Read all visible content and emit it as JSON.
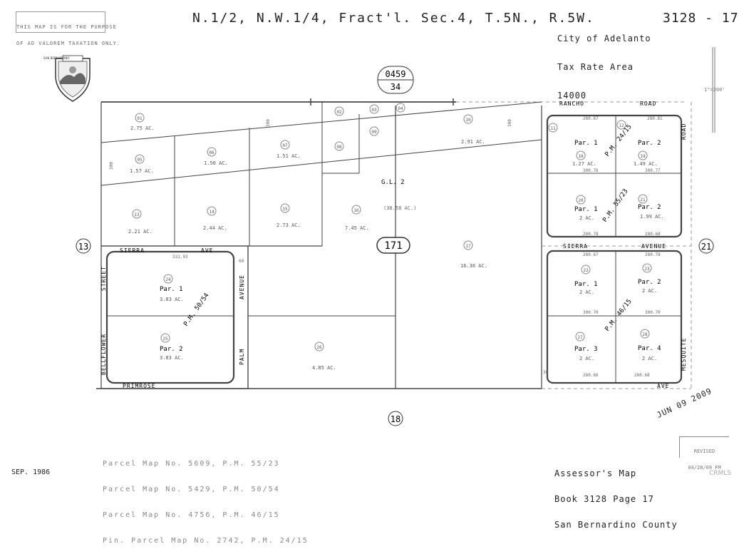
{
  "disclaimer": [
    "THIS MAP IS FOR THE PURPOSE",
    "OF AD VALOREM TAXATION ONLY."
  ],
  "title": "N.1/2, N.W.1/4, Fract'l. Sec.4, T.5N., R.5W.",
  "city_block": [
    "City of Adelanto",
    "Tax Rate Area",
    "14000"
  ],
  "book_page_ref": "3128 - 17",
  "seal_text": "SAN BERNARDINO",
  "north_scale": "1\"=200'",
  "ref_book_top": "0459",
  "ref_page_top": "34",
  "ref_west": "13",
  "ref_east": "21",
  "ref_south": "18",
  "ref_center": "171",
  "streets": {
    "rancho": "RANCHO",
    "rancho_road": "ROAD",
    "road_vertical": "ROAD",
    "sierra_west": "SIERRA",
    "sierra_west_ave": "AVE",
    "sierra_east": "SIERRA",
    "sierra_east_ave": "AVENUE",
    "street": "STREET",
    "bellflower": "BELLFLOWER",
    "palm": "PALM",
    "avenue_w": "AVENUE",
    "primrose": "PRIMROSE",
    "mesquite": "MESQUITE",
    "mesquite_ave": "AVE"
  },
  "parcels": [
    {
      "num": "01",
      "acres": "2.75 AC."
    },
    {
      "num": "02",
      "acres": ""
    },
    {
      "num": "03",
      "acres": ""
    },
    {
      "num": "04",
      "acres": ""
    },
    {
      "num": "05",
      "acres": "1.57 AC."
    },
    {
      "num": "06",
      "acres": "1.50 AC."
    },
    {
      "num": "07",
      "acres": "1.51 AC."
    },
    {
      "num": "08",
      "acres": ""
    },
    {
      "num": "09",
      "acres": ""
    },
    {
      "num": "10",
      "acres": "2.91 AC."
    },
    {
      "num": "11",
      "acres": ""
    },
    {
      "num": "12",
      "acres": ""
    },
    {
      "num": "13",
      "acres": "2.21 AC."
    },
    {
      "num": "14",
      "acres": "2.44 AC."
    },
    {
      "num": "15",
      "acres": "2.73 AC."
    },
    {
      "num": "16",
      "acres": "7.45 AC."
    },
    {
      "num": "17",
      "acres": "16.36 AC."
    },
    {
      "num": "18",
      "acres": "1.27 AC."
    },
    {
      "num": "19",
      "acres": "1.49 AC."
    },
    {
      "num": "20",
      "acres": "2 AC."
    },
    {
      "num": "21",
      "acres": "1.99 AC."
    },
    {
      "num": "22",
      "acres": "2 AC."
    },
    {
      "num": "23",
      "acres": "2 AC."
    },
    {
      "num": "24",
      "acres": "3.83 AC."
    },
    {
      "num": "25",
      "acres": "3.83 AC."
    },
    {
      "num": "26",
      "acres": "4.85 AC."
    },
    {
      "num": "27",
      "acres": "2 AC."
    },
    {
      "num": "28",
      "acres": "2 AC."
    }
  ],
  "gl2": {
    "label": "G.L. 2",
    "acres": "(38.58 AC.)"
  },
  "par_labels": {
    "par1": "Par. 1",
    "par2": "Par. 2",
    "par3": "Par. 3",
    "par4": "Par. 4"
  },
  "pm_labels": {
    "pm_24_15": "P.M. 24/15",
    "pm_55_23": "P.M. 55/23",
    "pm_50_54": "P.M. 50/54",
    "pm_46_15": "P.M. 46/15"
  },
  "dims": {
    "d280_67": "280.67",
    "d280_81": "280.81",
    "d300_76": "300.76",
    "d300_77": "300.77",
    "d280_68": "280.68",
    "d280_66": "280.66",
    "d300_70": "300.70",
    "d280_78": "280.78",
    "d331_93": "331.93",
    "d300": "300",
    "d60": "60",
    "d30": "30"
  },
  "revised": [
    "REVISED",
    "04/28/09 FM"
  ],
  "stamp": "JUN 09 2009",
  "sep_date": "SEP. 1986",
  "parcel_map_list": [
    "Parcel Map No. 5609, P.M. 55/23",
    "Parcel Map No. 5429, P.M. 50/54",
    "Parcel Map No. 4756, P.M. 46/15",
    "Pin. Parcel Map No. 2742, P.M. 24/15"
  ],
  "assessor_block": [
    "Assessor's Map",
    "Book 3128 Page 17",
    "San Bernardino County"
  ],
  "watermark": "CRMLS"
}
